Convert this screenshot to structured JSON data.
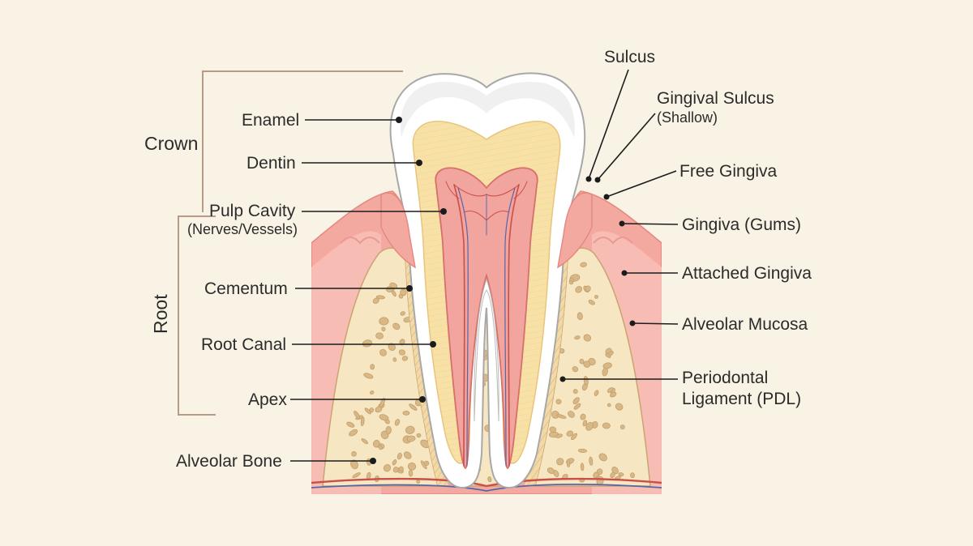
{
  "colors": {
    "background": "#f9f3e5",
    "enamel": "#ffffff",
    "dentin": "#f8e1a6",
    "pulp": "#f2a49e",
    "gingiva": "#f6b8b0",
    "bone": "#f7e6c2",
    "bone_pores": "#d9b887",
    "vessel_red": "#c94f48",
    "vessel_blue": "#5566a8"
  },
  "groups": {
    "crown": "Crown",
    "root": "Root"
  },
  "labels": {
    "enamel": "Enamel",
    "dentin": "Dentin",
    "pulp_cavity": "Pulp Cavity",
    "pulp_cavity_sub": "(Nerves/Vessels)",
    "cementum": "Cementum",
    "root_canal": "Root Canal",
    "apex": "Apex",
    "alveolar_bone": "Alveolar Bone",
    "sulcus": "Sulcus",
    "gingival_sulcus": "Gingival Sulcus",
    "gingival_sulcus_sub": "(Shallow)",
    "free_gingiva": "Free Gingiva",
    "gingiva_gums": "Gingiva (Gums)",
    "attached_gingiva": "Attached Gingiva",
    "alveolar_mucosa": "Alveolar Mucosa",
    "pdl_line1": "Periodontal",
    "pdl_line2": "Ligament (PDL)"
  }
}
